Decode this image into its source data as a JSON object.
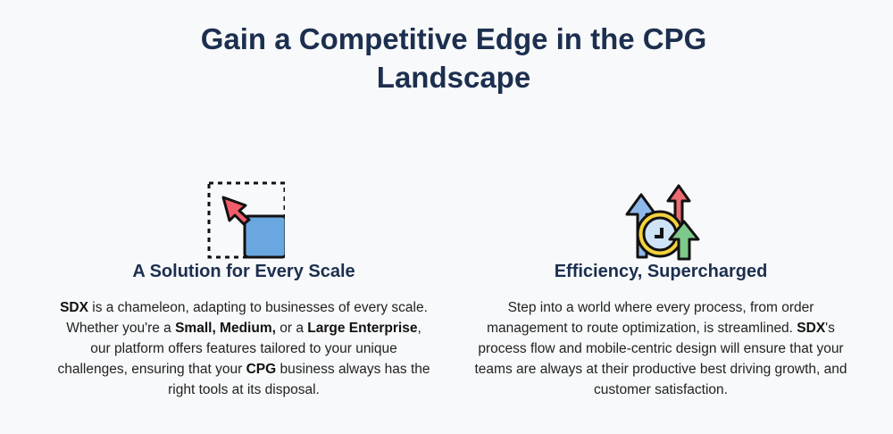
{
  "title": "Gain a Competitive Edge in the CPG Landscape",
  "features": [
    {
      "icon": "scale-resize-icon",
      "heading": "A Solution for Every Scale",
      "text": [
        {
          "b": "SDX"
        },
        {
          "t": " is a chameleon, adapting to businesses of every scale. Whether you're a "
        },
        {
          "b": "Small, Medium,"
        },
        {
          "t": " or a "
        },
        {
          "b": "Large Enterprise"
        },
        {
          "t": ", our platform offers features tailored to your unique challenges, ensuring that your "
        },
        {
          "b": "CPG"
        },
        {
          "t": " business always has the right tools at its disposal."
        }
      ]
    },
    {
      "icon": "efficiency-clock-arrows-icon",
      "heading": "Efficiency, Supercharged",
      "text": [
        {
          "t": "Step into a world where every process, from order management to route optimization, is streamlined. "
        },
        {
          "b": "SDX"
        },
        {
          "t": "'s process flow and mobile-centric design will ensure that your teams are always at their productive best driving growth, and customer satisfaction."
        }
      ]
    }
  ]
}
